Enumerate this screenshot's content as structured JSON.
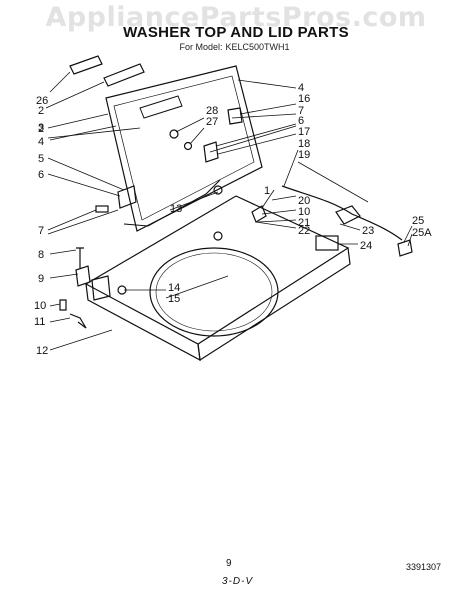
{
  "watermark": "AppliancePartsPros.com",
  "header": {
    "title": "WASHER TOP AND LID PARTS",
    "model_prefix": "For Model:",
    "model": "KELC500TWH1"
  },
  "callouts": {
    "c26": "26",
    "c2a": "2",
    "c3": "3",
    "c2b": "2",
    "c4a": "4",
    "c5": "5",
    "c6a": "6",
    "c7a": "7",
    "c9": "9",
    "c8": "8",
    "c10a": "10",
    "c11": "11",
    "c12": "12",
    "c4b": "4",
    "c16": "16",
    "c7b": "7",
    "c6b": "6",
    "c17": "17",
    "c28": "28",
    "c27": "27",
    "c18": "18",
    "c19": "19",
    "c1": "1",
    "c20": "20",
    "c10b": "10",
    "c21": "21",
    "c22": "22",
    "c23": "23",
    "c24": "24",
    "c25": "25",
    "c25a": "25A",
    "c13": "13",
    "c14": "14",
    "c15": "15"
  },
  "footer": {
    "page_number": "9",
    "code": "3-D-V",
    "part_number": "3391307"
  }
}
